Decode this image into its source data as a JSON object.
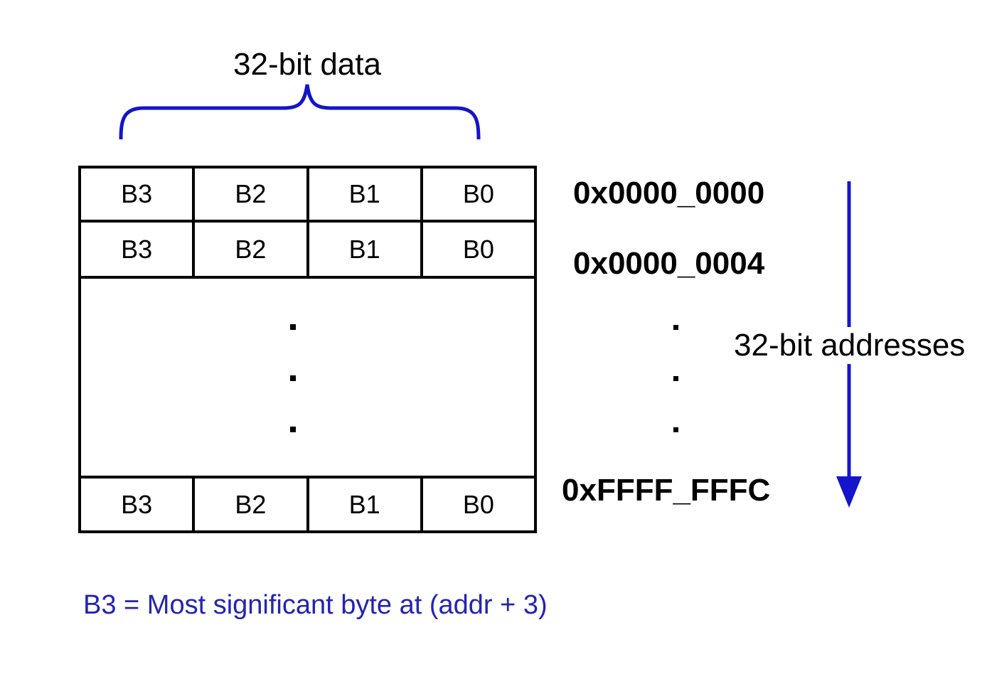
{
  "diagram": {
    "title": "32-bit data",
    "memory_table": {
      "row_top": [
        "B3",
        "B2",
        "B1",
        "B0"
      ],
      "row_second": [
        "B3",
        "B2",
        "B1",
        "B0"
      ],
      "row_bottom": [
        "B3",
        "B2",
        "B1",
        "B0"
      ],
      "ellipsis_dot_count": 3
    },
    "addresses": {
      "first": "0x0000_0000",
      "second": "0x0000_0004",
      "last": "0xFFFF_FFFC",
      "ellipsis_dot_count": 3,
      "direction_label": "32-bit addresses"
    },
    "note": "B3 = Most significant byte at (addr + 3)",
    "colors": {
      "accent_blue": "#1414cc",
      "note_blue": "#2424b0",
      "text": "#000000",
      "background": "#ffffff"
    }
  }
}
